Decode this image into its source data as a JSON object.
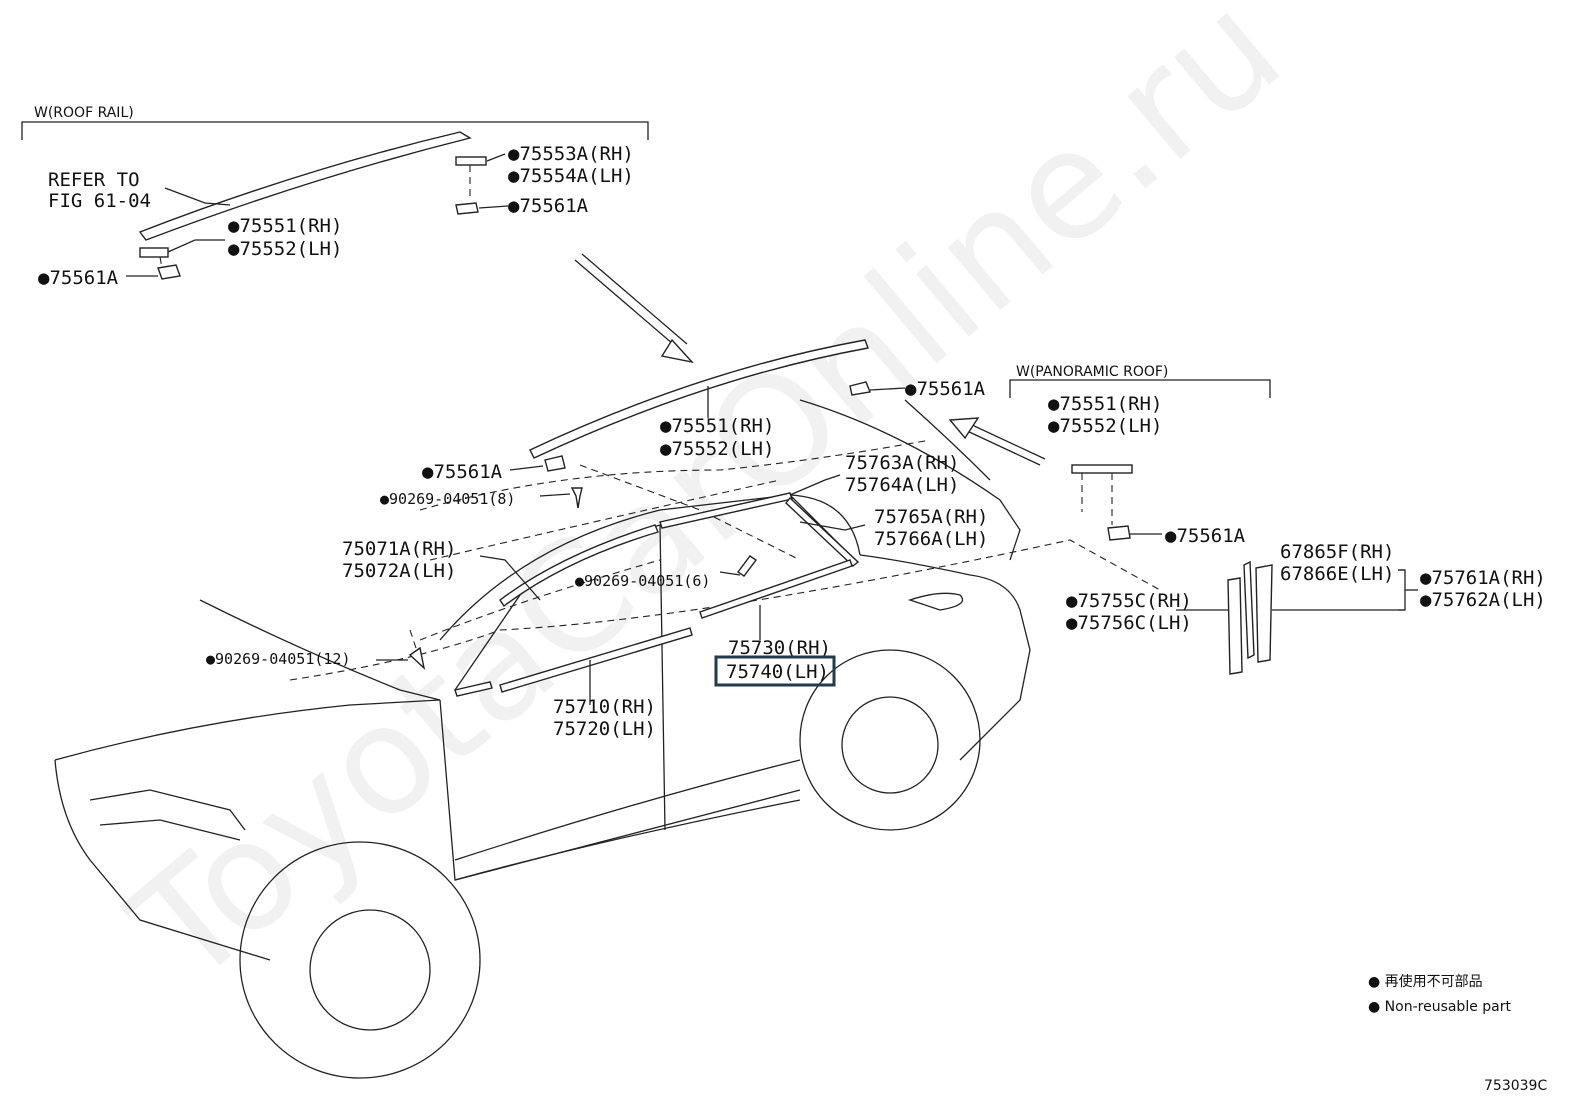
{
  "diagram_id": "753039C",
  "watermark": "ToyotaCarOnline.ru",
  "groups": {
    "roof_rail": "W(ROOF RAIL)",
    "panoramic_roof": "W(PANORAMIC ROOF)"
  },
  "refer": {
    "line1": "REFER TO",
    "line2": "FIG 61-04"
  },
  "labels": {
    "l75553": "●75553A(RH)",
    "l75554": "●75554A(LH)",
    "l75561_top": "●75561A",
    "l75551_top": "●75551(RH)",
    "l75552_top": "●75552(LH)",
    "l75561_left": "●75561A",
    "l75561_roof": "●75561A",
    "l75551_mid": "●75551(RH)",
    "l75552_mid": "●75552(LH)",
    "l75561_mid": "●75561A",
    "l90269_8": "●90269-04051(8)",
    "l75551_pan": "●75551(RH)",
    "l75552_pan": "●75552(LH)",
    "l75763": "75763A(RH)",
    "l75764": "75764A(LH)",
    "l75765": "75765A(RH)",
    "l75766": "75766A(LH)",
    "l75561_pan": "●75561A",
    "l75071": "75071A(RH)",
    "l75072": "75072A(LH)",
    "l90269_6": "●90269-04051(6)",
    "l67865": "67865F(RH)",
    "l67866": "67866E(LH)",
    "l75761": "●75761A(RH)",
    "l75762": "●75762A(LH)",
    "l75755": "●75755C(RH)",
    "l75756": "●75756C(LH)",
    "l75730": "75730(RH)",
    "l75740": "75740(LH)",
    "l90269_12": "●90269-04051(12)",
    "l75710": "75710(RH)",
    "l75720": "75720(LH)"
  },
  "highlighted_part": "75740(LH)",
  "legend": {
    "line1": "● 再使用不可部品",
    "line2": "● Non-reusable part"
  }
}
